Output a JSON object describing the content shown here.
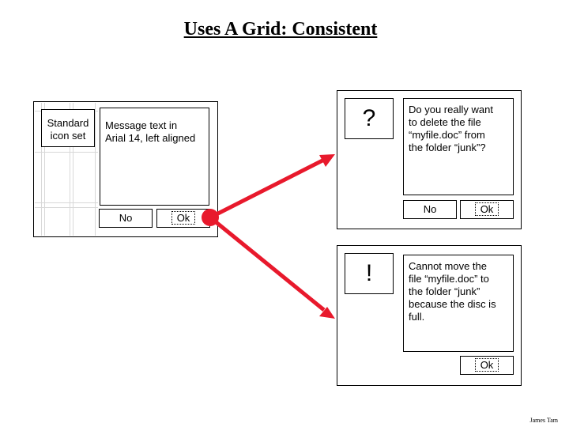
{
  "title": "Uses A Grid: Consistent",
  "template": {
    "icon_label": "Standard\nicon set",
    "message": "Message text in\nArial 14, left aligned",
    "no_button": "No",
    "ok_button": "Ok"
  },
  "delete_dialog": {
    "icon": "?",
    "message": "Do you really want\nto delete the file\n“myfile.doc” from\nthe folder “junk”?",
    "no_button": "No",
    "ok_button": "Ok"
  },
  "move_dialog": {
    "icon": "!",
    "message": "Cannot move the\nfile “myfile.doc” to\nthe folder “junk”\nbecause the disc is\nfull.",
    "ok_button": "Ok"
  },
  "credit": "James Tam",
  "colors": {
    "arrow": "#e8192c"
  }
}
